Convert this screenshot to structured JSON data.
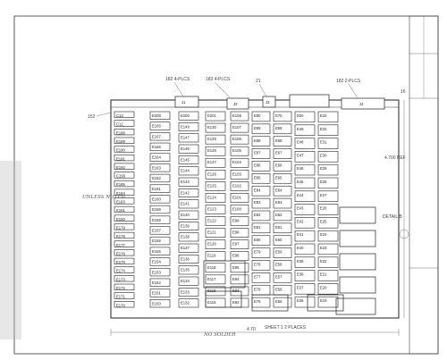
{
  "connectors": [
    {
      "label": "J1",
      "callout": "182 4-PLCS"
    },
    {
      "label": "J2",
      "callout": "183 4-PLCS"
    },
    {
      "label": "J3",
      "callout": "21"
    },
    {
      "label": "J4",
      "callout": "182 2-PLCS"
    }
  ],
  "columns": [
    [
      "C13",
      "C12",
      "E188",
      "E189",
      "E190",
      "E191",
      "E192",
      "C193",
      "E185",
      "E184",
      "E183",
      "E181",
      "E180",
      "E179",
      "E178",
      "E177",
      "E176",
      "E175",
      "E174",
      "E173",
      "E172",
      "E171",
      "E170"
    ],
    [
      "E208",
      "E165",
      "E167",
      "E166",
      "E164",
      "E163",
      "E162",
      "E161",
      "E160",
      "E159",
      "E158",
      "E157",
      "E156",
      "E155",
      "E154",
      "E153",
      "E152",
      "E151",
      "E150"
    ],
    [
      "E200",
      "E149",
      "E147",
      "E146",
      "E145",
      "E144",
      "E143",
      "E142",
      "E141",
      "E140",
      "E139",
      "E138",
      "E137",
      "E136",
      "E135",
      "E134",
      "E133",
      "E132"
    ],
    [
      "E201",
      "E130",
      "E129",
      "E128",
      "E127",
      "E126",
      "E125",
      "E124",
      "E123",
      "E122",
      "E121",
      "E120",
      "E119",
      "E118",
      "E117",
      "E116",
      "E115"
    ],
    [
      "E108",
      "E107",
      "E106",
      "E105",
      "E104",
      "E103",
      "E102",
      "E101",
      "E100",
      "E99",
      "E98",
      "E97",
      "E96",
      "E95",
      "E94",
      "E93",
      "E92"
    ],
    [
      "E90",
      "E89",
      "E88",
      "E87",
      "E86",
      "E85",
      "E84",
      "E83",
      "E82",
      "E81",
      "E80",
      "E79",
      "E78",
      "E77",
      "E76",
      "E75"
    ],
    [
      "E70",
      "E69",
      "E68",
      "E67",
      "E66",
      "E65",
      "E64",
      "E63",
      "E62",
      "E61",
      "E60",
      "E59",
      "E58",
      "E57",
      "E56",
      "E55"
    ],
    [
      "E50",
      "E49",
      "E48",
      "E47",
      "E46",
      "E45",
      "E44",
      "E43",
      "E42",
      "E41",
      "E40",
      "E39",
      "E38",
      "E37",
      "E36"
    ],
    [
      "E33",
      "E32",
      "E31",
      "E30",
      "E29",
      "E28",
      "E27",
      "E26",
      "E25",
      "E24",
      "E23",
      "E22",
      "E21",
      "E20",
      "E19"
    ]
  ],
  "notes": {
    "callout_left_top": "152",
    "callout_right_top": "16",
    "dim_right": "4.700 REF",
    "dim_bottom": "4.70",
    "callout_bottom_1": "SHEET 1 2 PLACES",
    "callout_right_mid": "DETAIL B",
    "hand_left": "UNLESS NOTED",
    "hand_bottom": "NO SOLDER"
  }
}
